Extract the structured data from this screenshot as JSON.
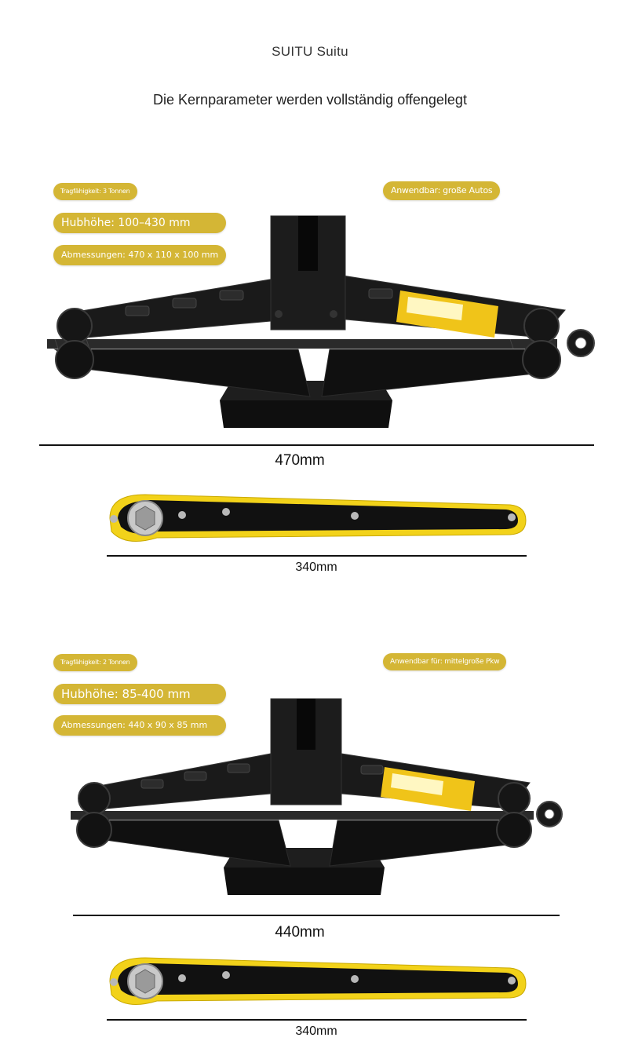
{
  "brand": "SUITU Suitu",
  "headline": "Die Kernparameter werden vollständig offengelegt",
  "products": [
    {
      "load_capacity": "Tragfähigkeit: 3 Tonnen",
      "lift_height": "Hubhöhe: 100–430 mm",
      "dimensions": "Abmessungen: 470 x 110 x 100 mm",
      "suitable_for": "Anwendbar: große Autos",
      "jack_length": "470mm",
      "wrench_length": "340mm"
    },
    {
      "load_capacity": "Tragfähigkeit: 2 Tonnen",
      "lift_height": "Hubhöhe: 85-400 mm",
      "dimensions": "Abmessungen: 440 x 90 x 85 mm",
      "suitable_for": "Anwendbar für: mittelgroße Pkw",
      "jack_length": "440mm",
      "wrench_length": "340mm"
    }
  ],
  "colors": {
    "tag_background": "#d4b635",
    "jack_body": "#151515",
    "wrench_yellow": "#f2d21a",
    "warning_label": "#f0c419"
  },
  "icons": {
    "jack": "scissor-jack-illustration",
    "wrench": "ratchet-wrench-illustration"
  }
}
